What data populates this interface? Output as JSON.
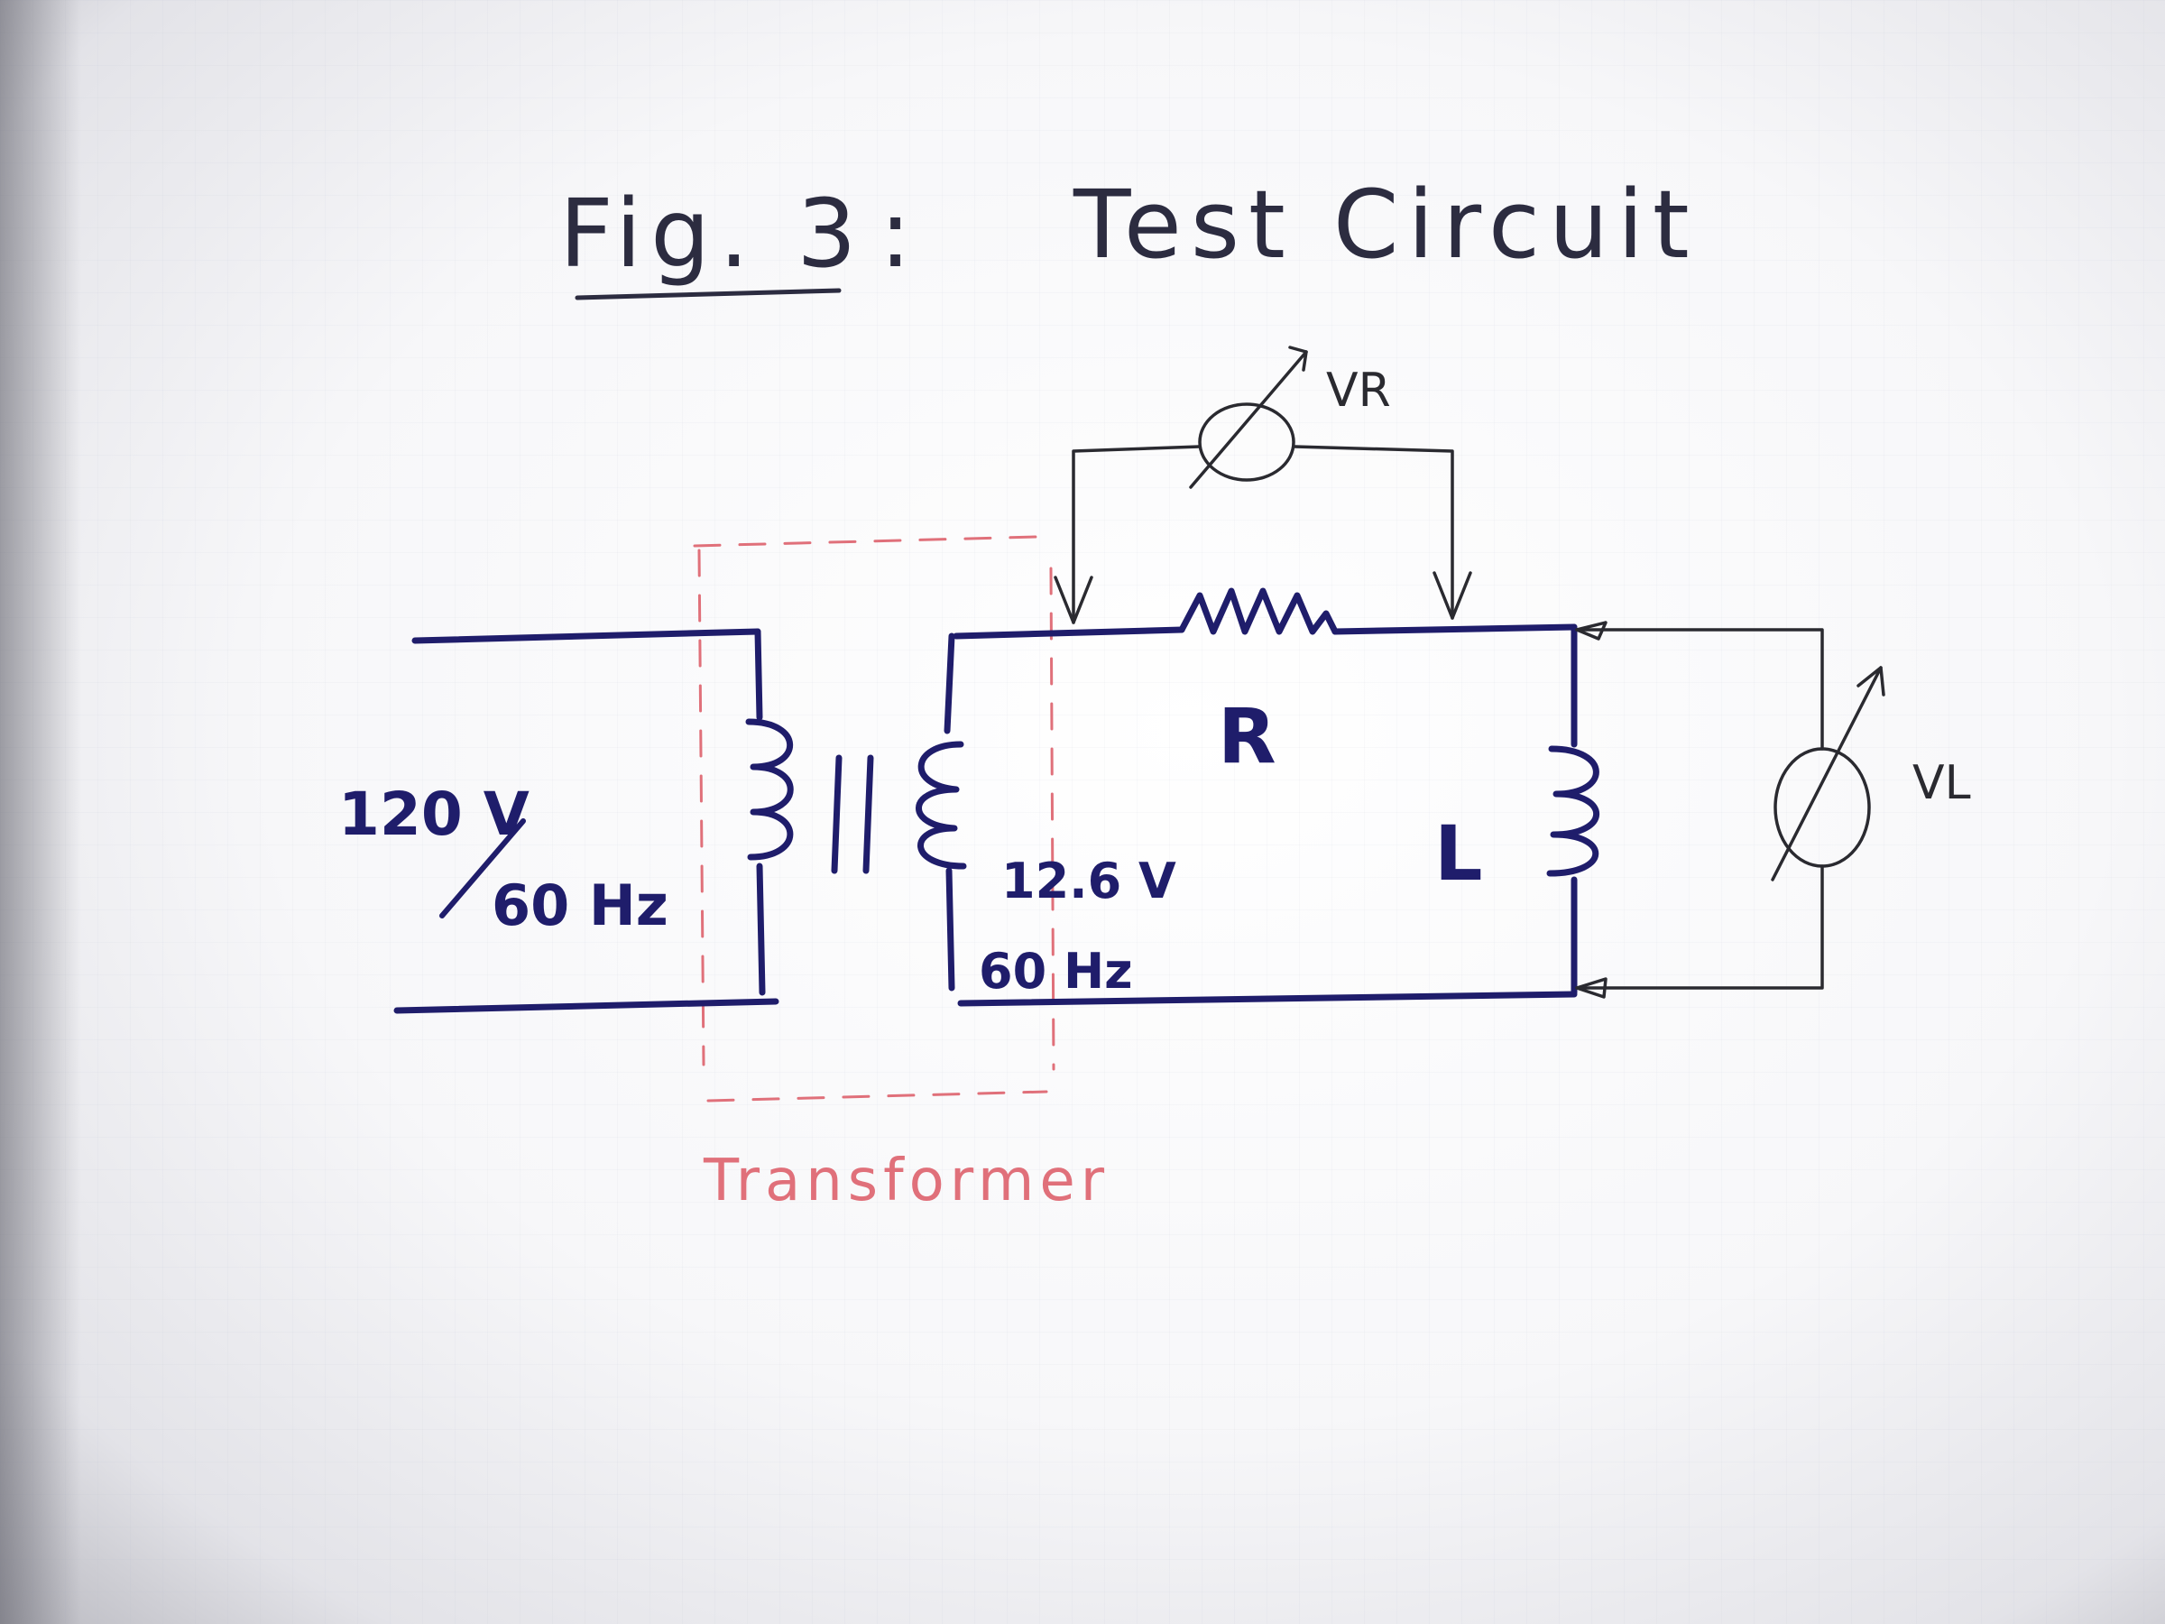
{
  "title": {
    "figure_label": "Fig. 3",
    "separator": ":",
    "text": "Test Circuit"
  },
  "labels": {
    "primary_voltage": "120 V",
    "primary_frequency": "60 Hz",
    "secondary_voltage": "12.6 V",
    "secondary_frequency": "60 Hz",
    "resistor": "R",
    "inductor": "L",
    "voltmeter_r": "VR",
    "voltmeter_l": "VL",
    "transformer": "Transformer"
  },
  "colors": {
    "circuit_ink": "#1f1d6b",
    "meter_ink": "#2a2a30",
    "transformer_outline": "#e0707a"
  }
}
